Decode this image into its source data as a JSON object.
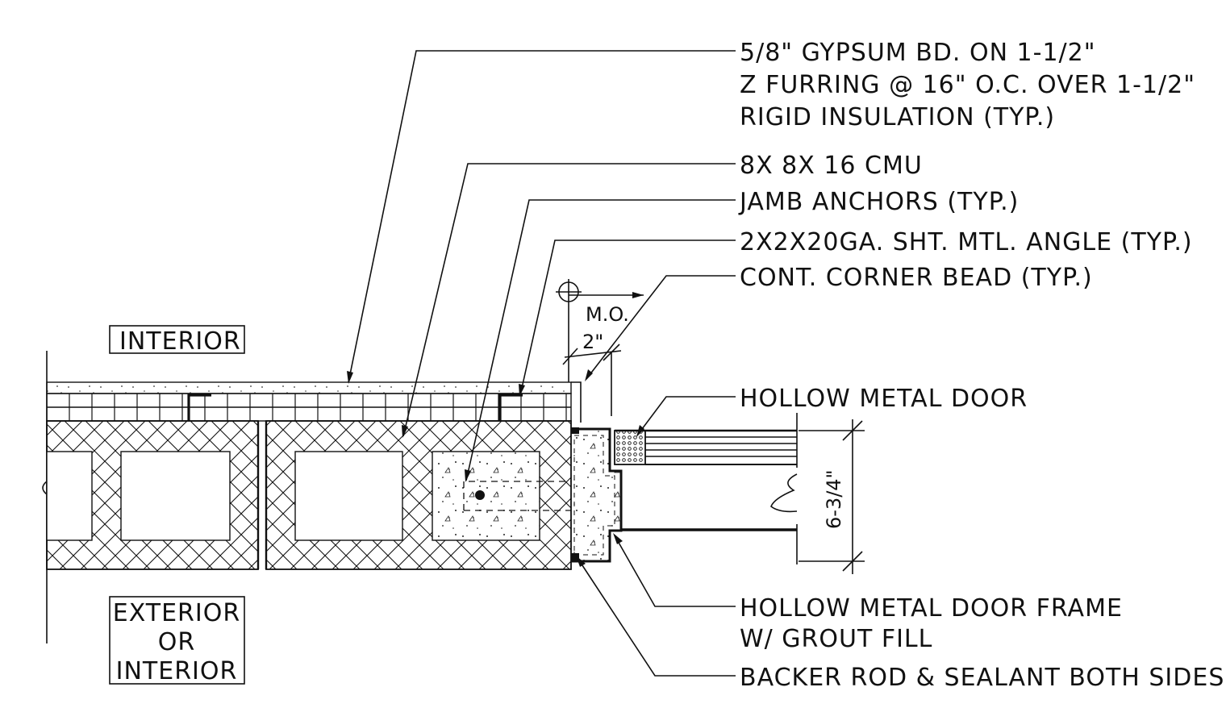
{
  "callouts": {
    "gypsum": [
      "5/8\" GYPSUM BD. ON 1-1/2\"",
      "Z FURRING @ 16\" O.C. OVER 1-1/2\"",
      "RIGID INSULATION (TYP.)"
    ],
    "cmu": "8X 8X 16 CMU",
    "jamb_anchors": "JAMB ANCHORS (TYP.)",
    "angle": "2X2X20GA. SHT. MTL. ANGLE (TYP.)",
    "corner_bead": "CONT. CORNER BEAD (TYP.)",
    "door": "HOLLOW METAL DOOR",
    "frame": [
      "HOLLOW METAL DOOR FRAME",
      "W/ GROUT FILL"
    ],
    "sealant": "BACKER ROD & SEALANT BOTH SIDES"
  },
  "zones": {
    "interior": "INTERIOR",
    "exterior": [
      "EXTERIOR",
      "OR",
      "INTERIOR"
    ]
  },
  "dimensions": {
    "masonry_opening": "M.O.",
    "offset": "2\"",
    "door_depth": "6-3/4\""
  },
  "colors": {
    "line": "#111111",
    "background": "#ffffff"
  }
}
